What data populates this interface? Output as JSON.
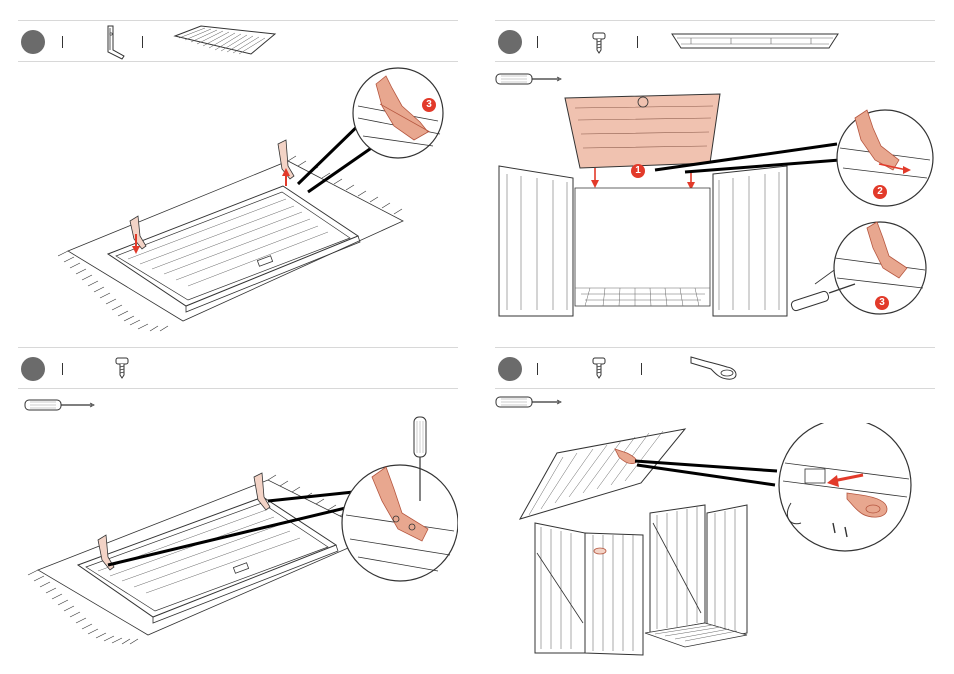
{
  "steps": [
    {
      "number": "",
      "callouts": [
        "3"
      ]
    },
    {
      "number": "",
      "callouts": [
        "1",
        "2",
        "3"
      ]
    },
    {
      "number": "",
      "callouts": []
    },
    {
      "number": "",
      "callouts": []
    }
  ],
  "icons": {
    "step1_parts": [
      "hinge-bracket-icon",
      "lid-panel-icon"
    ],
    "step2_parts": [
      "screw-icon",
      "lid-underside-icon"
    ],
    "step3_parts": [
      "screw-icon"
    ],
    "step4_parts": [
      "screw-icon",
      "lid-lock-handle-icon"
    ],
    "tool": "screwdriver-icon"
  },
  "colors": {
    "highlight": "#e8a78f",
    "highlight_stroke": "#b5563f",
    "arrow_red": "#e23a2a",
    "step_circle": "#6b6b6b",
    "line": "#333333",
    "divider": "#d8d8d8"
  }
}
